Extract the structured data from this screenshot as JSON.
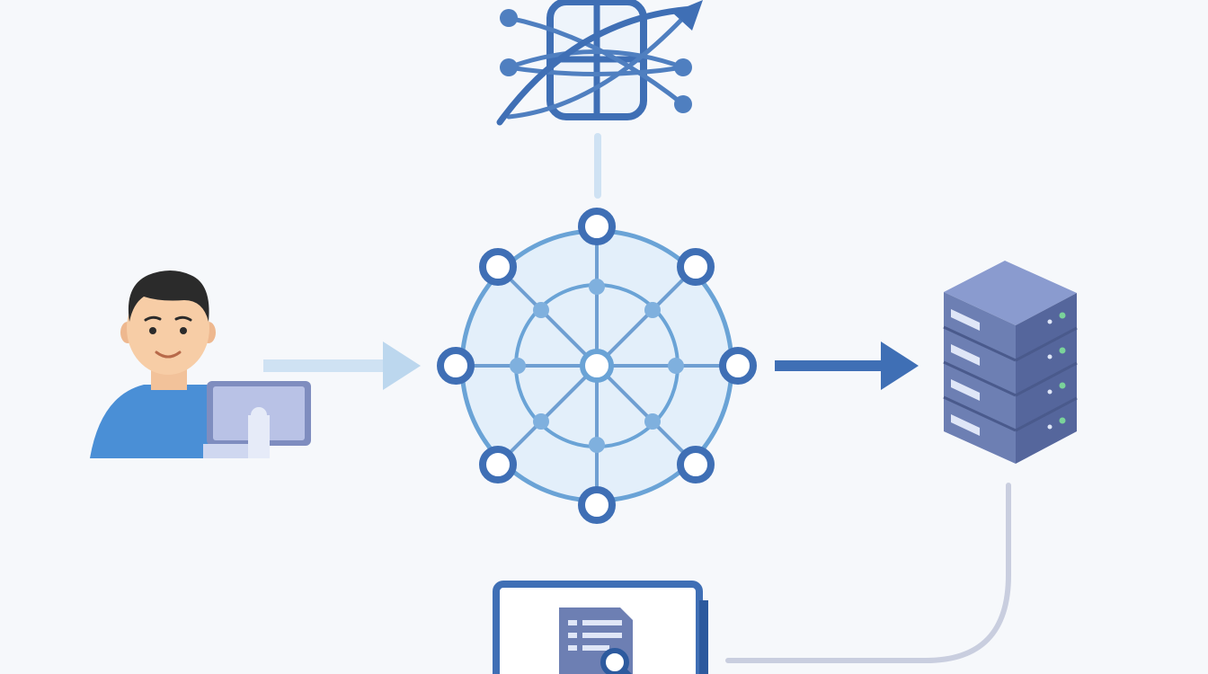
{
  "diagram": {
    "type": "flow",
    "colors": {
      "background": "#f6f8fb",
      "primary": "#3f6fb5",
      "ring": "#2d5a9e",
      "hub_fill": "#e3effa",
      "hub_stroke": "#6aa3d6",
      "light_connector": "#cfe2f3",
      "server_body": "#6d7fb3",
      "server_top": "#8a9bcf",
      "led_green": "#7ad39a",
      "connector_gray": "#c9cedf"
    },
    "nodes": [
      {
        "id": "user",
        "icon": "user-at-laptop-icon"
      },
      {
        "id": "network-hub",
        "icon": "network-mesh-icon"
      },
      {
        "id": "analytics",
        "icon": "data-transform-icon"
      },
      {
        "id": "server",
        "icon": "server-rack-icon"
      },
      {
        "id": "report",
        "icon": "document-search-icon"
      }
    ],
    "edges": [
      {
        "from": "user",
        "to": "network-hub",
        "style": "arrow-light"
      },
      {
        "from": "network-hub",
        "to": "server",
        "style": "arrow-solid"
      },
      {
        "from": "analytics",
        "to": "network-hub",
        "style": "line-light"
      },
      {
        "from": "server",
        "to": "report",
        "style": "curved-line"
      }
    ]
  }
}
